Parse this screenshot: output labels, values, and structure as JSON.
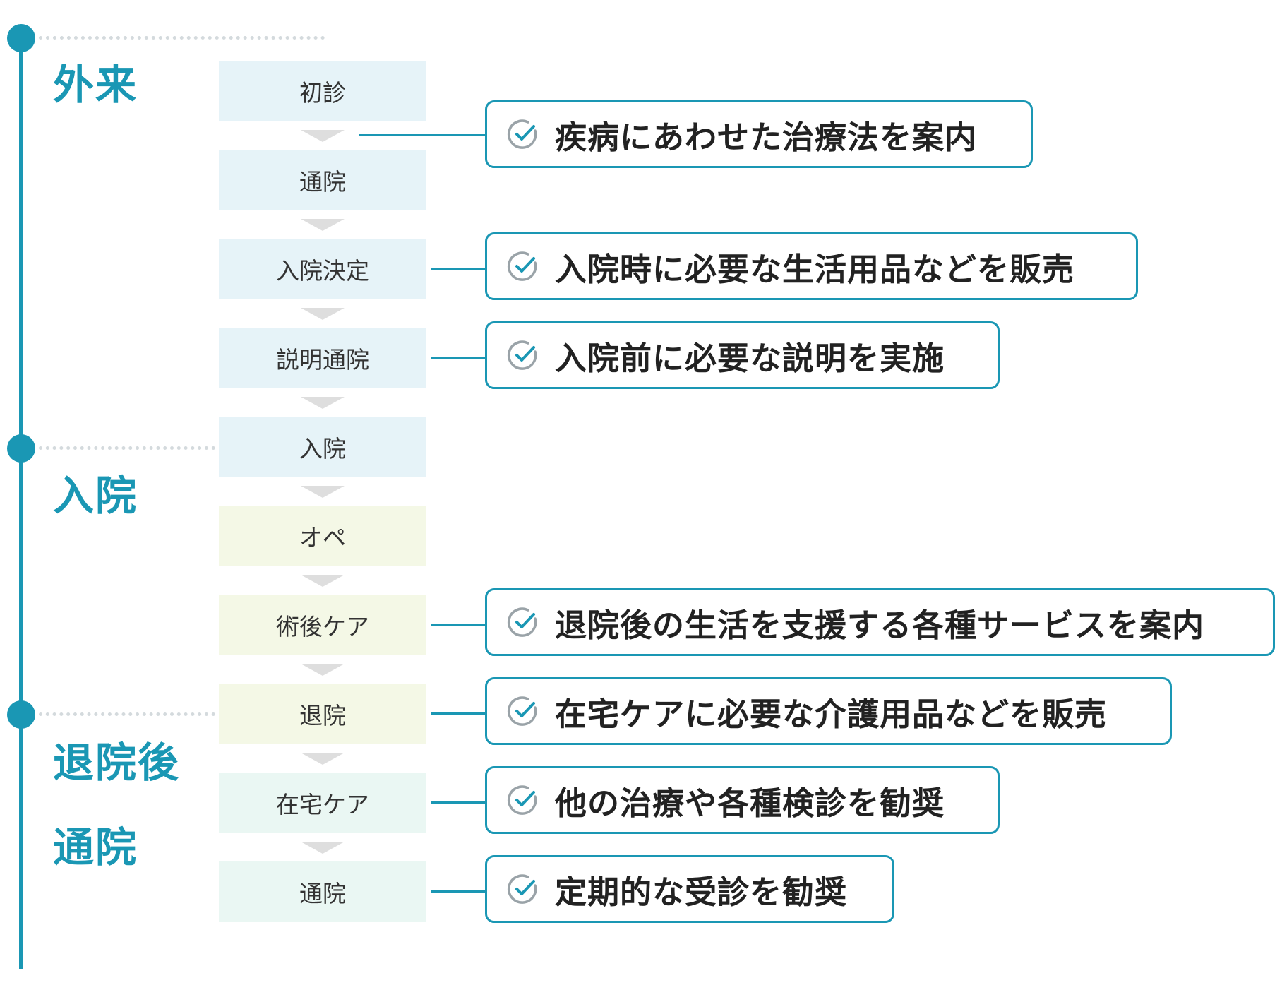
{
  "colors": {
    "accent": "#1a97b4",
    "step_outpatient": "#e6f3f8",
    "step_inpatient": "#f4f8e6",
    "step_after": "#eaf7f3",
    "arrow": "#dedede",
    "dotted_rule": "#d4dadd"
  },
  "phases": [
    {
      "label": "外来"
    },
    {
      "label": "入院"
    },
    {
      "label": "退院後\n通院"
    }
  ],
  "steps": [
    {
      "label": "初診"
    },
    {
      "label": "通院"
    },
    {
      "label": "入院決定"
    },
    {
      "label": "説明通院"
    },
    {
      "label": "入院"
    },
    {
      "label": "オペ"
    },
    {
      "label": "術後ケア"
    },
    {
      "label": "退院"
    },
    {
      "label": "在宅ケア"
    },
    {
      "label": "通院"
    }
  ],
  "callouts": [
    {
      "text": "疾病にあわせた治療法を案内",
      "icon": "check-circle-icon"
    },
    {
      "text": "入院時に必要な生活用品などを販売",
      "icon": "check-circle-icon"
    },
    {
      "text": "入院前に必要な説明を実施",
      "icon": "check-circle-icon"
    },
    {
      "text": "退院後の生活を支援する各種サービスを案内",
      "icon": "check-circle-icon"
    },
    {
      "text": "在宅ケアに必要な介護用品などを販売",
      "icon": "check-circle-icon"
    },
    {
      "text": "他の治療や各種検診を勧奨",
      "icon": "check-circle-icon"
    },
    {
      "text": "定期的な受診を勧奨",
      "icon": "check-circle-icon"
    }
  ]
}
